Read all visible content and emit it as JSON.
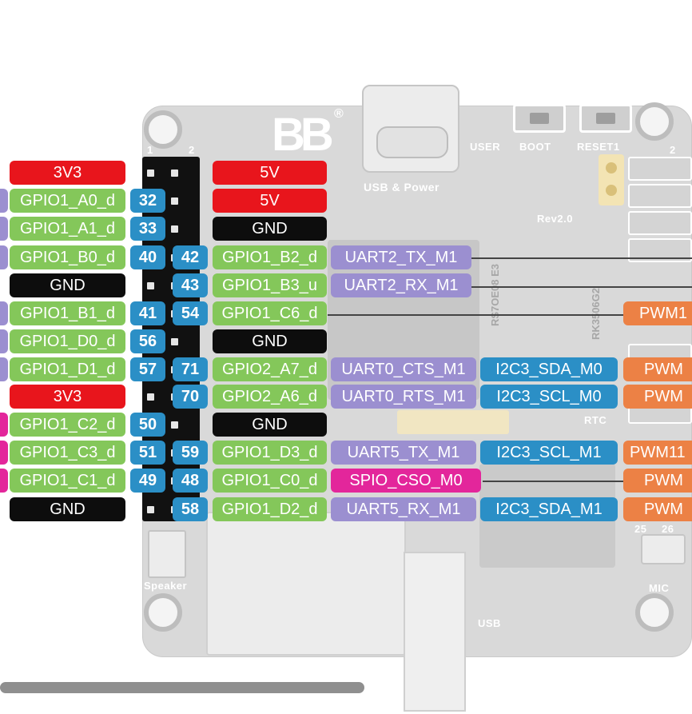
{
  "board": {
    "usb_power": "USB & Power",
    "user": "USER",
    "boot": "BOOT",
    "reset": "RESET1",
    "rev": "Rev2.0",
    "speaker": "Speaker",
    "rtc": "RTC",
    "usb": "USB",
    "mic": "MIC",
    "header_1": "1",
    "header_2": "2",
    "right_header_2": "2",
    "pin_25": "25",
    "pin_26": "26",
    "chip_line1": "RS7OE08 E3",
    "chip_line2": "RK3506G2",
    "brand_glyph": "BB",
    "registered": "®"
  },
  "left": {
    "r1": "3V3",
    "r2": "GPIO1_A0_d",
    "r3": "GPIO1_A1_d",
    "r4": "GPIO1_B0_d",
    "r5": "GND",
    "r6": "GPIO1_B1_d",
    "r7": "GPIO1_D0_d",
    "r8": "GPIO1_D1_d",
    "r9": "3V3",
    "r10": "GPIO1_C2_d",
    "r11": "GPIO1_C3_d",
    "r12": "GPIO1_C1_d",
    "r13": "GND"
  },
  "left_nums": {
    "r2": "32",
    "r3": "33",
    "r4": "40",
    "r6": "41",
    "r7": "56",
    "r8": "57",
    "r10": "50",
    "r11": "51",
    "r12": "49"
  },
  "right_nums": {
    "r4": "42",
    "r5": "43",
    "r6": "54",
    "r8": "71",
    "r9": "70",
    "r11": "59",
    "r12": "48",
    "r13": "58"
  },
  "right": {
    "r1": "5V",
    "r2": "5V",
    "r3": "GND",
    "r4": "GPIO1_B2_d",
    "r5": "GPIO1_B3_u",
    "r6": "GPIO1_C6_d",
    "r7": "GND",
    "r8": "GPIO2_A7_d",
    "r9": "GPIO2_A6_d",
    "r10": "GND",
    "r11": "GPIO1_D3_d",
    "r12": "GPIO1_C0_d",
    "r13": "GPIO1_D2_d"
  },
  "func1": {
    "r4": "UART2_TX_M1",
    "r5": "UART2_RX_M1",
    "r8": "UART0_CTS_M1",
    "r9": "UART0_RTS_M1",
    "r11": "UART5_TX_M1",
    "r12": "SPIO_CSO_M0",
    "r13": "UART5_RX_M1"
  },
  "func2": {
    "r8": "I2C3_SDA_M0",
    "r9": "I2C3_SCL_M0",
    "r11": "I2C3_SCL_M1",
    "r13": "I2C3_SDA_M1"
  },
  "func3": {
    "r6": "PWM1",
    "r8": "PWM",
    "r9": "PWM",
    "r11": "PWM11",
    "r12": "PWM",
    "r13": "PWM"
  },
  "colors": {
    "power": "#e8151c",
    "ground": "#0d0d0d",
    "gpio": "#84c75a",
    "pin_number": "#2b8fc6",
    "uart": "#9b8fd0",
    "i2c": "#2b8fc6",
    "pwm": "#ec8145",
    "spi": "#e3269b"
  }
}
